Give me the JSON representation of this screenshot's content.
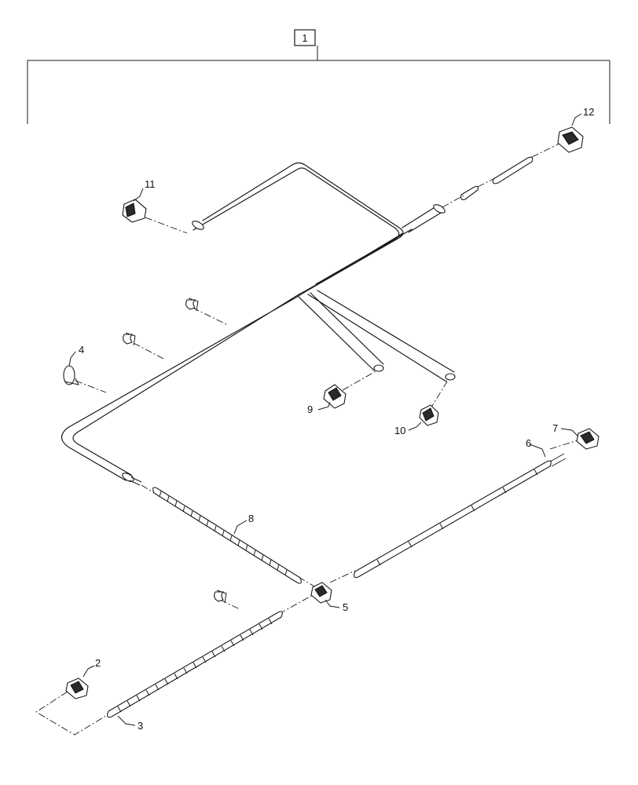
{
  "callouts": {
    "assembly": "1",
    "c2": "2",
    "c3": "3",
    "c4": "4",
    "c5": "5",
    "c6": "6",
    "c7": "7",
    "c8": "8",
    "c9": "9",
    "c10": "10",
    "c11": "11",
    "c12": "12"
  }
}
